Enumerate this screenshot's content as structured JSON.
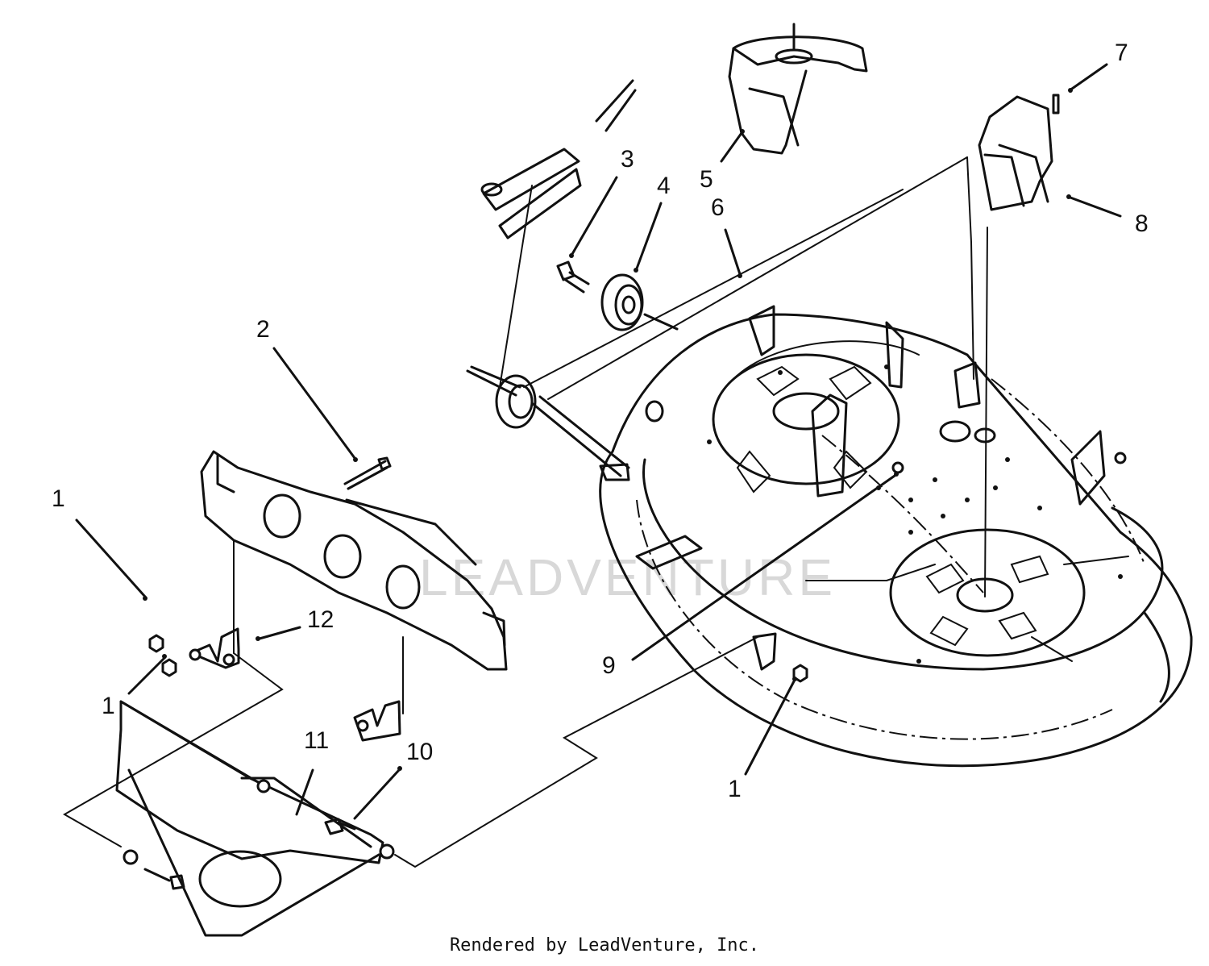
{
  "watermark": "LEADVENTURE",
  "credit": "Rendered by LeadVenture, Inc.",
  "callouts": {
    "c1a": "1",
    "c1b": "1",
    "c1c": "1",
    "c2": "2",
    "c3": "3",
    "c4": "4",
    "c5": "5",
    "c6": "6",
    "c7": "7",
    "c8": "8",
    "c9": "9",
    "c10": "10",
    "c11": "11",
    "c12": "12"
  }
}
